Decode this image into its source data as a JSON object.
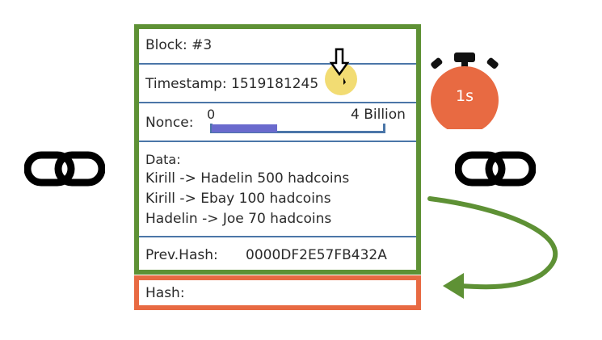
{
  "block": {
    "number_label": "Block: #3",
    "timestamp_label": "Timestamp: 1519181245",
    "nonce": {
      "label": "Nonce:",
      "min_label": "0",
      "max_label": "4 Billion",
      "progress_fraction": 0.38
    },
    "data": {
      "label": "Data:",
      "transactions": [
        "Kirill -> Hadelin 500 hadcoins",
        "Kirill -> Ebay 100 hadcoins",
        "Hadelin -> Joe 70 hadcoins"
      ]
    },
    "prev_hash": {
      "label": "Prev.Hash:",
      "value": "0000DF2E57FB432A"
    }
  },
  "hash": {
    "label": "Hash:",
    "value": ""
  },
  "timer": {
    "label": "1s"
  },
  "icons": [
    "chain-link-icon",
    "stopwatch-icon",
    "cursor-icon",
    "curved-arrow-icon"
  ],
  "colors": {
    "block_border": "#5e9135",
    "hash_border": "#e86a42",
    "separator": "#4b76a8",
    "timer": "#e86a42",
    "nonce_fill": "#6a6acd",
    "arrow": "#5e9135"
  }
}
